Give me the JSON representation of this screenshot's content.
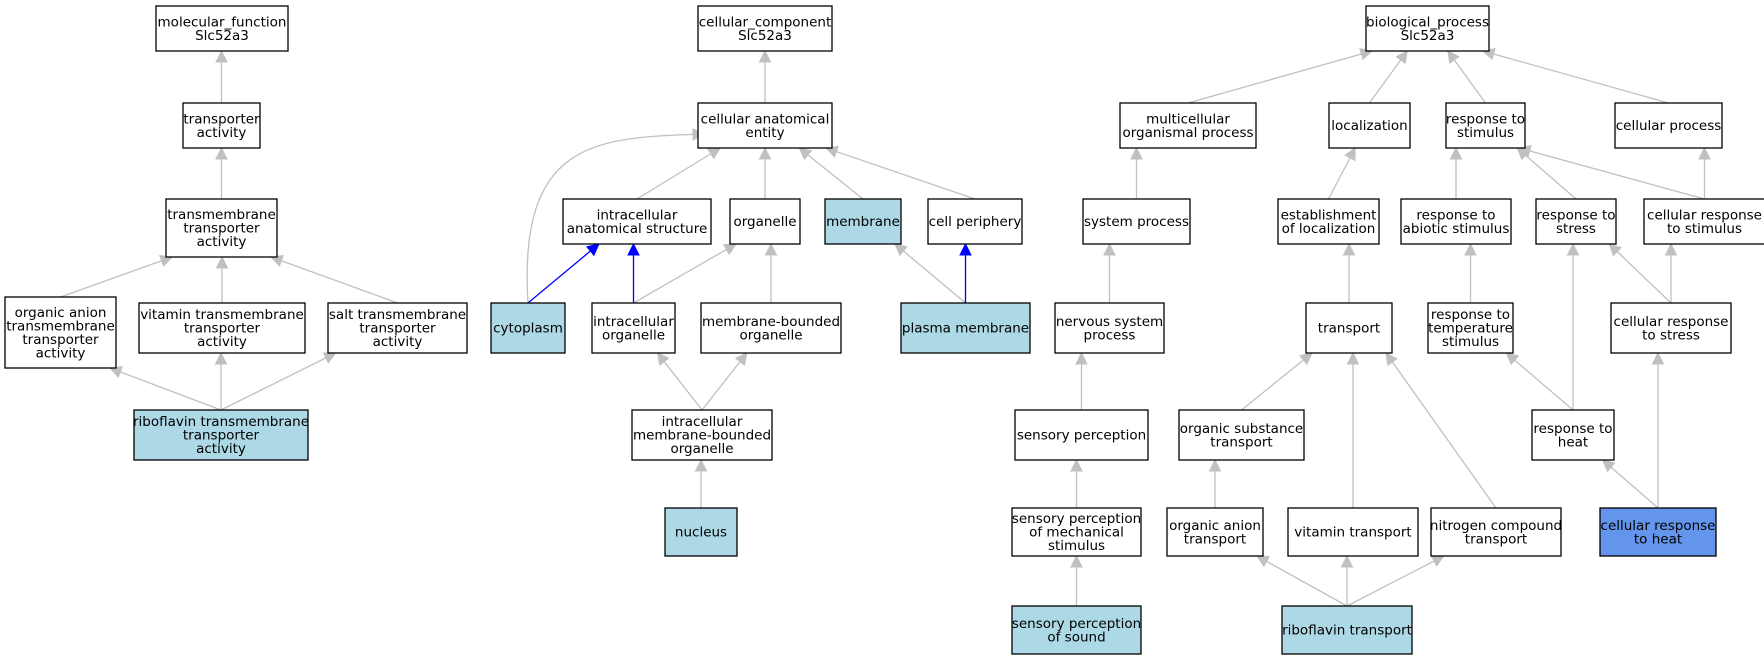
{
  "colors": {
    "node_fill": "#ffffff",
    "annotated_fill": "#add8e6",
    "query_fill": "#6495ed",
    "edge_default": "#c0c0c0",
    "edge_highlight": "#0000ff"
  },
  "nodes": [
    {
      "id": "mf",
      "lines": [
        "molecular_function",
        "Slc52a3"
      ],
      "fill": "white"
    },
    {
      "id": "ta",
      "lines": [
        "transporter",
        "activity"
      ],
      "fill": "white"
    },
    {
      "id": "tmta",
      "lines": [
        "transmembrane",
        "transporter",
        "activity"
      ],
      "fill": "white"
    },
    {
      "id": "oatta",
      "lines": [
        "organic anion",
        "transmembrane",
        "transporter",
        "activity"
      ],
      "fill": "white"
    },
    {
      "id": "vtta",
      "lines": [
        "vitamin transmembrane",
        "transporter",
        "activity"
      ],
      "fill": "white"
    },
    {
      "id": "stta",
      "lines": [
        "salt transmembrane",
        "transporter",
        "activity"
      ],
      "fill": "white"
    },
    {
      "id": "rtta",
      "lines": [
        "riboflavin transmembrane",
        "transporter",
        "activity"
      ],
      "fill": "annotated"
    },
    {
      "id": "cc",
      "lines": [
        "cellular_component",
        "Slc52a3"
      ],
      "fill": "white"
    },
    {
      "id": "cae",
      "lines": [
        "cellular anatomical",
        "entity"
      ],
      "fill": "white"
    },
    {
      "id": "ias",
      "lines": [
        "intracellular",
        "anatomical structure"
      ],
      "fill": "white"
    },
    {
      "id": "org",
      "lines": [
        "organelle"
      ],
      "fill": "white"
    },
    {
      "id": "mem",
      "lines": [
        "membrane"
      ],
      "fill": "annotated"
    },
    {
      "id": "cp",
      "lines": [
        "cell periphery"
      ],
      "fill": "white"
    },
    {
      "id": "cyt",
      "lines": [
        "cytoplasm"
      ],
      "fill": "annotated"
    },
    {
      "id": "io",
      "lines": [
        "intracellular",
        "organelle"
      ],
      "fill": "white"
    },
    {
      "id": "mbo",
      "lines": [
        "membrane-bounded",
        "organelle"
      ],
      "fill": "white"
    },
    {
      "id": "pm",
      "lines": [
        "plasma membrane"
      ],
      "fill": "annotated"
    },
    {
      "id": "imbo",
      "lines": [
        "intracellular",
        "membrane-bounded",
        "organelle"
      ],
      "fill": "white"
    },
    {
      "id": "nuc",
      "lines": [
        "nucleus"
      ],
      "fill": "annotated"
    },
    {
      "id": "bp",
      "lines": [
        "biological_process",
        "Slc52a3"
      ],
      "fill": "white"
    },
    {
      "id": "mop",
      "lines": [
        "multicellular",
        "organismal process"
      ],
      "fill": "white"
    },
    {
      "id": "loc",
      "lines": [
        "localization"
      ],
      "fill": "white"
    },
    {
      "id": "rts",
      "lines": [
        "response to",
        "stimulus"
      ],
      "fill": "white"
    },
    {
      "id": "cellp",
      "lines": [
        "cellular process"
      ],
      "fill": "white"
    },
    {
      "id": "sp",
      "lines": [
        "system process"
      ],
      "fill": "white"
    },
    {
      "id": "eol",
      "lines": [
        "establishment",
        "of localization"
      ],
      "fill": "white"
    },
    {
      "id": "ras",
      "lines": [
        "response to",
        "abiotic stimulus"
      ],
      "fill": "white"
    },
    {
      "id": "rst",
      "lines": [
        "response to",
        "stress"
      ],
      "fill": "white"
    },
    {
      "id": "crs",
      "lines": [
        "cellular response",
        "to stimulus"
      ],
      "fill": "white"
    },
    {
      "id": "nsp",
      "lines": [
        "nervous system",
        "process"
      ],
      "fill": "white"
    },
    {
      "id": "trans",
      "lines": [
        "transport"
      ],
      "fill": "white"
    },
    {
      "id": "rtts",
      "lines": [
        "response to",
        "temperature",
        "stimulus"
      ],
      "fill": "white"
    },
    {
      "id": "crst",
      "lines": [
        "cellular response",
        "to stress"
      ],
      "fill": "white"
    },
    {
      "id": "sper",
      "lines": [
        "sensory perception"
      ],
      "fill": "white"
    },
    {
      "id": "ost",
      "lines": [
        "organic substance",
        "transport"
      ],
      "fill": "white"
    },
    {
      "id": "rth",
      "lines": [
        "response to",
        "heat"
      ],
      "fill": "white"
    },
    {
      "id": "spms",
      "lines": [
        "sensory perception",
        "of mechanical",
        "stimulus"
      ],
      "fill": "white"
    },
    {
      "id": "oat",
      "lines": [
        "organic anion",
        "transport"
      ],
      "fill": "white"
    },
    {
      "id": "vt",
      "lines": [
        "vitamin transport"
      ],
      "fill": "white"
    },
    {
      "id": "nct",
      "lines": [
        "nitrogen compound",
        "transport"
      ],
      "fill": "white"
    },
    {
      "id": "crh",
      "lines": [
        "cellular response",
        "to heat"
      ],
      "fill": "query"
    },
    {
      "id": "sps",
      "lines": [
        "sensory perception",
        "of sound"
      ],
      "fill": "annotated"
    },
    {
      "id": "rt",
      "lines": [
        "riboflavin transport"
      ],
      "fill": "annotated"
    }
  ],
  "edges": [
    {
      "from": "ta",
      "to": "mf"
    },
    {
      "from": "tmta",
      "to": "ta"
    },
    {
      "from": "oatta",
      "to": "tmta"
    },
    {
      "from": "vtta",
      "to": "tmta"
    },
    {
      "from": "stta",
      "to": "tmta"
    },
    {
      "from": "rtta",
      "to": "oatta"
    },
    {
      "from": "rtta",
      "to": "vtta"
    },
    {
      "from": "rtta",
      "to": "stta"
    },
    {
      "from": "cae",
      "to": "cc"
    },
    {
      "from": "ias",
      "to": "cae"
    },
    {
      "from": "org",
      "to": "cae"
    },
    {
      "from": "mem",
      "to": "cae"
    },
    {
      "from": "cp",
      "to": "cae"
    },
    {
      "from": "cyt",
      "to": "cae",
      "curve": true
    },
    {
      "from": "cyt",
      "to": "ias",
      "highlight": true
    },
    {
      "from": "io",
      "to": "ias",
      "highlight": true
    },
    {
      "from": "io",
      "to": "org"
    },
    {
      "from": "mbo",
      "to": "org"
    },
    {
      "from": "pm",
      "to": "mem"
    },
    {
      "from": "pm",
      "to": "cp",
      "highlight": true
    },
    {
      "from": "imbo",
      "to": "io"
    },
    {
      "from": "imbo",
      "to": "mbo"
    },
    {
      "from": "nuc",
      "to": "imbo"
    },
    {
      "from": "mop",
      "to": "bp"
    },
    {
      "from": "loc",
      "to": "bp"
    },
    {
      "from": "rts",
      "to": "bp"
    },
    {
      "from": "cellp",
      "to": "bp"
    },
    {
      "from": "sp",
      "to": "mop"
    },
    {
      "from": "eol",
      "to": "loc"
    },
    {
      "from": "ras",
      "to": "rts"
    },
    {
      "from": "rst",
      "to": "rts"
    },
    {
      "from": "crs",
      "to": "rts"
    },
    {
      "from": "crs",
      "to": "cellp"
    },
    {
      "from": "nsp",
      "to": "sp"
    },
    {
      "from": "trans",
      "to": "eol"
    },
    {
      "from": "rtts",
      "to": "ras"
    },
    {
      "from": "crst",
      "to": "rst"
    },
    {
      "from": "crst",
      "to": "crs"
    },
    {
      "from": "sper",
      "to": "nsp"
    },
    {
      "from": "ost",
      "to": "trans"
    },
    {
      "from": "rth",
      "to": "rtts"
    },
    {
      "from": "rth",
      "to": "rst"
    },
    {
      "from": "spms",
      "to": "sper"
    },
    {
      "from": "oat",
      "to": "ost"
    },
    {
      "from": "vt",
      "to": "trans"
    },
    {
      "from": "nct",
      "to": "trans"
    },
    {
      "from": "crh",
      "to": "rth"
    },
    {
      "from": "crh",
      "to": "crst"
    },
    {
      "from": "sps",
      "to": "spms"
    },
    {
      "from": "rt",
      "to": "oat"
    },
    {
      "from": "rt",
      "to": "vt"
    },
    {
      "from": "rt",
      "to": "nct"
    }
  ]
}
